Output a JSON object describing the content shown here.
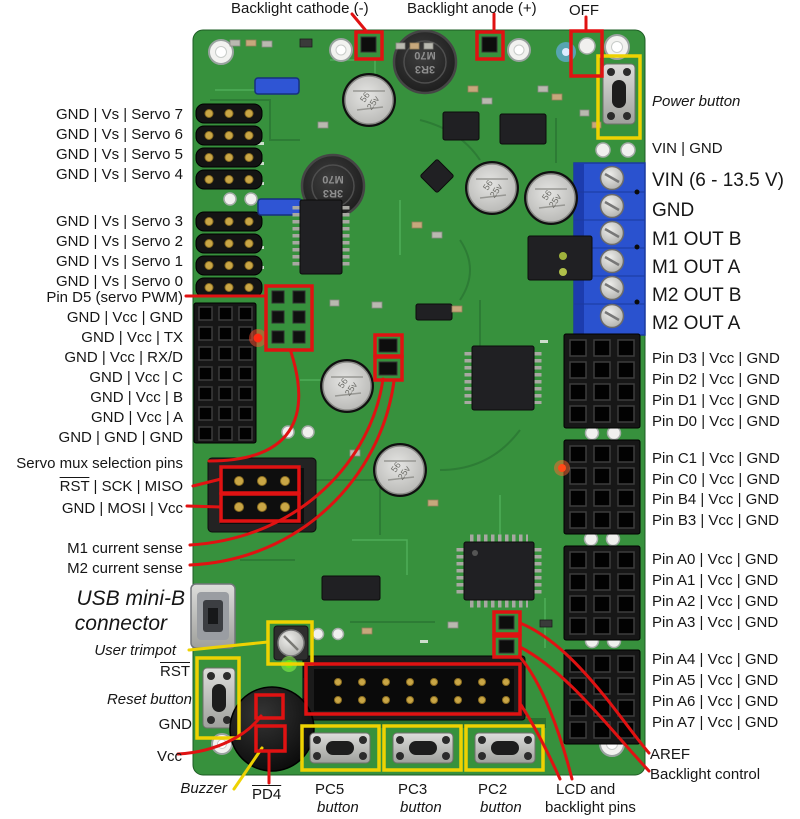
{
  "colors": {
    "annotation_red": "#e01212",
    "annotation_yellow": "#eed202",
    "board_green": "#37913d"
  },
  "top": {
    "backlight_cathode": "Backlight cathode (-)",
    "backlight_anode": "Backlight anode (+)",
    "off": "OFF"
  },
  "left": {
    "servo_top": [
      "GND | Vs | Servo 7",
      "GND | Vs | Servo 6",
      "GND | Vs | Servo 5",
      "GND | Vs | Servo 4"
    ],
    "servo_bottom": [
      "GND | Vs | Servo 3",
      "GND | Vs | Servo 2",
      "GND | Vs | Servo 1",
      "GND | Vs | Servo 0"
    ],
    "pin_d5": "Pin D5 (servo PWM)",
    "comm": [
      "GND | Vcc | GND",
      "GND | Vcc | TX",
      "GND | Vcc | RX/D",
      "GND | Vcc | C",
      "GND | Vcc | B",
      "GND | Vcc | A",
      "GND | GND | GND"
    ],
    "servo_mux": "Servo mux selection pins",
    "isp_row1_rst": "RST",
    "isp_row1_rest": " | SCK | MISO",
    "isp_row2": "GND | MOSI | Vcc",
    "m1_sense": "M1 current sense",
    "m2_sense": "M2 current sense",
    "usb_line1": "USB mini-B",
    "usb_line2": "connector",
    "user_trimpot": "User trimpot",
    "rst": "RST",
    "reset_button": "Reset button",
    "reset_gnd": "GND",
    "vcc": "Vcc",
    "buzzer": "Buzzer",
    "pd4": "PD4"
  },
  "right": {
    "power_button": "Power button",
    "vin_gnd": "VIN | GND",
    "power_terminals": [
      "VIN (6 - 13.5 V)",
      "GND",
      "M1 OUT B",
      "M1 OUT A",
      "M2 OUT B",
      "M2 OUT A"
    ],
    "port_d": [
      "Pin D3 | Vcc | GND",
      "Pin D2 | Vcc | GND",
      "Pin D1 | Vcc | GND",
      "Pin D0 | Vcc | GND"
    ],
    "port_cb": [
      "Pin C1 | Vcc | GND",
      "Pin C0 | Vcc | GND",
      "Pin B4 | Vcc | GND",
      "Pin B3 | Vcc | GND"
    ],
    "port_a_upper": [
      "Pin A0 | Vcc | GND",
      "Pin A1 | Vcc | GND",
      "Pin A2 | Vcc | GND",
      "Pin A3 | Vcc | GND"
    ],
    "port_a_lower": [
      "Pin A4 | Vcc | GND",
      "Pin A5 | Vcc | GND",
      "Pin A6 | Vcc | GND",
      "Pin A7 | Vcc | GND"
    ],
    "aref": "AREF",
    "backlight_control": "Backlight control",
    "lcd_line1": "LCD and",
    "lcd_line2": "backlight pins"
  },
  "bottom_buttons": [
    {
      "name": "PC5",
      "sub": "button"
    },
    {
      "name": "PC3",
      "sub": "button"
    },
    {
      "name": "PC2",
      "sub": "button"
    }
  ],
  "board_markings": {
    "inductor_line1": "3R3",
    "inductor_line2": "M70",
    "cap_line1": "56",
    "cap_line2": "25v"
  }
}
